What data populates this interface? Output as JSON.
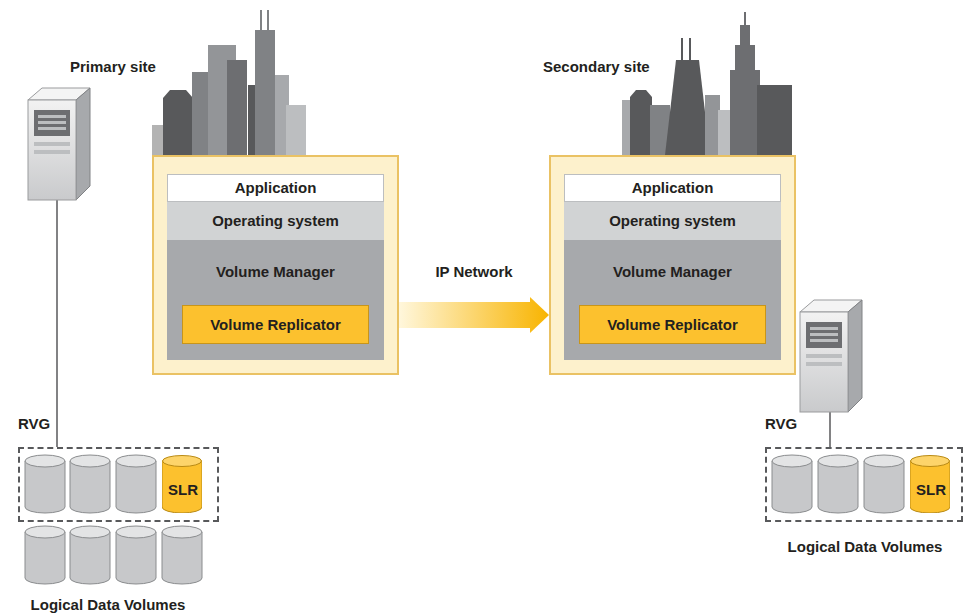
{
  "diagram": {
    "nodes": [
      {
        "text": [
          "Primary site"
        ]
      },
      {
        "text": [
          "Application"
        ],
        "in": 0
      },
      {
        "text": [
          "Operating system"
        ],
        "in": 0
      },
      {
        "text": [
          "Volume Manager"
        ],
        "in": 0
      },
      {
        "text": [
          "Volume Replicator"
        ],
        "in": 3
      },
      {
        "text": [
          "Secondary site"
        ]
      },
      {
        "text": [
          "Application"
        ],
        "in": 5
      },
      {
        "text": [
          "Operating system"
        ],
        "in": 5
      },
      {
        "text": [
          "Volume Manager"
        ],
        "in": 5
      },
      {
        "text": [
          "Volume Replicator"
        ],
        "in": 8
      },
      {
        "text": [
          "RVG"
        ]
      },
      {
        "text": [
          "SLR"
        ],
        "in": 10
      },
      {
        "text": [
          "RVG"
        ]
      },
      {
        "text": [
          "SLR"
        ],
        "in": 12
      }
    ],
    "edges": [
      {
        "from": 0,
        "to": 5,
        "arrow": "to",
        "label": "IP Network"
      }
    ],
    "labels": [
      "Logical Data Volumes",
      "Logical Data Volumes"
    ]
  }
}
